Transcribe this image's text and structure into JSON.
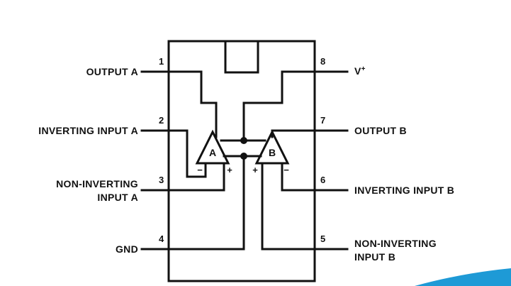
{
  "labels": {
    "output_a": "OUTPUT A",
    "inverting_input_a": "INVERTING INPUT A",
    "non_inverting_input_a_line1": "NON-INVERTING",
    "non_inverting_input_a_line2": "INPUT A",
    "gnd": "GND",
    "v_plus": "V",
    "v_plus_sup": "+",
    "output_b": "OUTPUT B",
    "inverting_input_b": "INVERTING INPUT B",
    "non_inverting_input_b_line1": "NON-INVERTING",
    "non_inverting_input_b_line2": "INPUT B"
  },
  "pins": {
    "p1": "1",
    "p2": "2",
    "p3": "3",
    "p4": "4",
    "p5": "5",
    "p6": "6",
    "p7": "7",
    "p8": "8"
  },
  "amplifiers": {
    "a_name": "A",
    "b_name": "B",
    "a_minus": "−",
    "a_plus": "+",
    "b_plus": "+",
    "b_minus": "−"
  },
  "colors": {
    "line": "#111111",
    "accent": "#1e9ad6"
  }
}
